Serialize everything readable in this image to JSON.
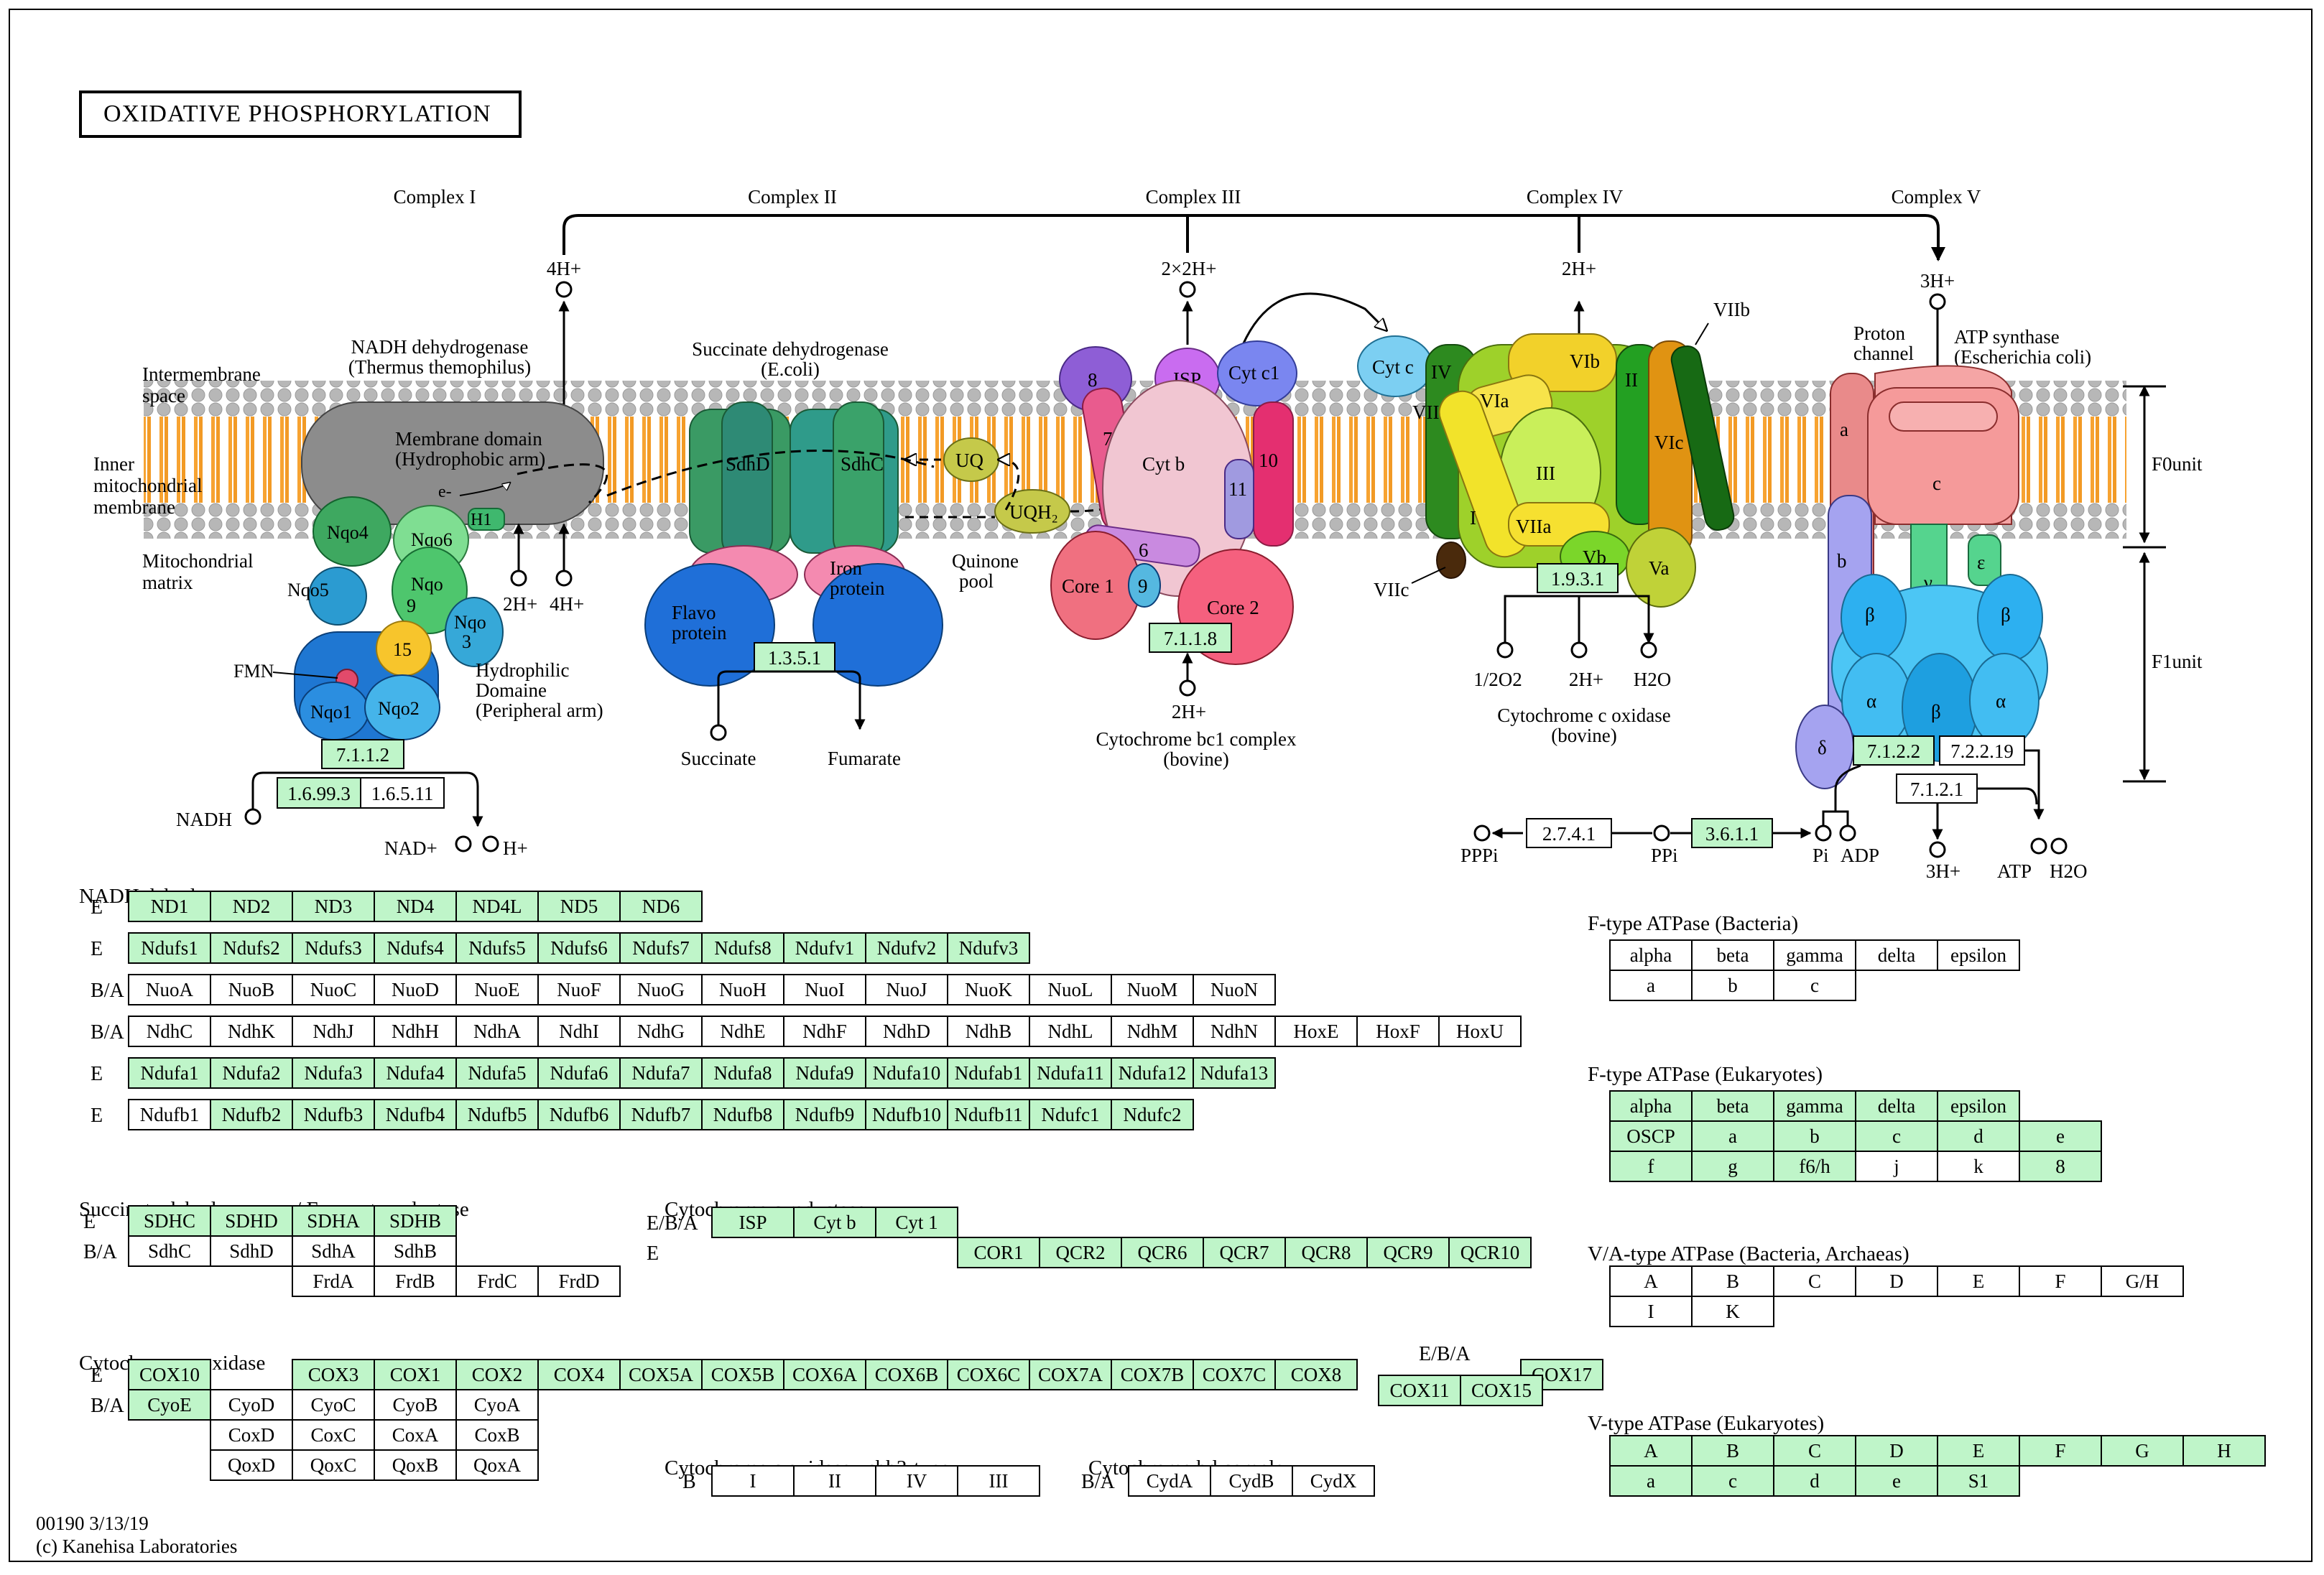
{
  "title": "OXIDATIVE PHOSPHORYLATION",
  "complexes": [
    "Complex I",
    "Complex II",
    "Complex III",
    "Complex IV",
    "Complex V"
  ],
  "membrane_labels": {
    "intermembrane": [
      "Intermembrane",
      "space"
    ],
    "inner": [
      "Inner",
      "mitochondrial",
      "membrane"
    ],
    "matrix": [
      "Mitochondrial",
      "matrix"
    ]
  },
  "complex1": {
    "name": [
      "NADH dehydrogenase",
      "(Thermus themophilus)"
    ],
    "membrane_domain": [
      "Membrane domain",
      "(Hydrophobic arm)"
    ],
    "hydrophilic": [
      "Hydrophilic",
      "Domaine",
      "(Peripheral arm)"
    ],
    "subunits": [
      "Nqo4",
      "Nqo6",
      "H1",
      "Nqo5",
      "Nqo",
      "9",
      "Nqo",
      "3",
      "15",
      "Nqo1",
      "Nqo2"
    ],
    "fmn": "FMN",
    "e_minus": "e-",
    "pump_out": "4H+",
    "in_h1": "2H+",
    "in_h2": "4H+",
    "ec_main": "7.1.1.2",
    "ec_extra": [
      "1.6.99.3",
      "1.6.5.11"
    ],
    "nadh": "NADH",
    "nad": "NAD+",
    "h": "H+"
  },
  "complex2": {
    "name": [
      "Succinate dehydrogenase",
      "(E.coli)"
    ],
    "sdhd": "SdhD",
    "sdhc": "SdhC",
    "flavo": [
      "Flavo",
      "protein"
    ],
    "iron": [
      "Iron",
      "protein"
    ],
    "ec": "1.3.5.1",
    "succinate": "Succinate",
    "fumarate": "Fumarate",
    "uq": "UQ",
    "uqh2": "UQH₂",
    "pool": [
      "Quinone",
      "pool"
    ]
  },
  "complex3": {
    "pump_out": "2×2H+",
    "subunits": [
      "8",
      "ISP",
      "Cyt c1",
      "7",
      "Cyt b",
      "10",
      "11",
      "6",
      "9",
      "Core 1",
      "Core 2"
    ],
    "ec": "7.1.1.8",
    "in_h": "2H+",
    "name": [
      "Cytochrome bc1 complex",
      "(bovine)"
    ]
  },
  "complex4": {
    "cytc": "Cyt c",
    "pump_out": "2H+",
    "subunits": [
      "IV",
      "VIII",
      "VIb",
      "VIa",
      "III",
      "II",
      "VIc",
      "I",
      "VIIa",
      "Vb",
      "Va",
      "VIIb",
      "VIIc"
    ],
    "ec": "1.9.3.1",
    "o2": "1/2O2",
    "in_h": "2H+",
    "h2o": "H2O",
    "name": [
      "Cytochrome c oxidase",
      "(bovine)"
    ]
  },
  "complex5": {
    "pump_in": "3H+",
    "proton_channel": [
      "Proton",
      "channel"
    ],
    "name": [
      "ATP synthase",
      "(Escherichia coli)"
    ],
    "subunits": [
      "a",
      "c",
      "b",
      "γ",
      "ε",
      "β",
      "β",
      "α",
      "β",
      "α",
      "δ"
    ],
    "fo": "F0unit",
    "f1": "F1unit",
    "ec": [
      "7.1.2.2",
      "7.2.2.19",
      "7.1.2.1"
    ],
    "out_h": "3H+",
    "atp": "ATP",
    "h2o": "H2O",
    "ppi_row": [
      "PPPi",
      "2.7.4.1",
      "PPi",
      "3.6.1.1",
      "Pi",
      "ADP"
    ]
  },
  "gene_groups": [
    {
      "title": "NADH dehydrogenase",
      "rows": [
        {
          "label": "E",
          "cells": [
            [
              "ND1",
              1
            ],
            [
              "ND2",
              1
            ],
            [
              "ND3",
              1
            ],
            [
              "ND4",
              1
            ],
            [
              "ND4L",
              1
            ],
            [
              "ND5",
              1
            ],
            [
              "ND6",
              1
            ]
          ]
        },
        {
          "label": "E",
          "cells": [
            [
              "Ndufs1",
              1
            ],
            [
              "Ndufs2",
              1
            ],
            [
              "Ndufs3",
              1
            ],
            [
              "Ndufs4",
              1
            ],
            [
              "Ndufs5",
              1
            ],
            [
              "Ndufs6",
              1
            ],
            [
              "Ndufs7",
              1
            ],
            [
              "Ndufs8",
              1
            ],
            [
              "Ndufv1",
              1
            ],
            [
              "Ndufv2",
              1
            ],
            [
              "Ndufv3",
              1
            ]
          ]
        },
        {
          "label": "B/A",
          "cells": [
            [
              "NuoA",
              0
            ],
            [
              "NuoB",
              0
            ],
            [
              "NuoC",
              0
            ],
            [
              "NuoD",
              0
            ],
            [
              "NuoE",
              0
            ],
            [
              "NuoF",
              0
            ],
            [
              "NuoG",
              0
            ],
            [
              "NuoH",
              0
            ],
            [
              "NuoI",
              0
            ],
            [
              "NuoJ",
              0
            ],
            [
              "NuoK",
              0
            ],
            [
              "NuoL",
              0
            ],
            [
              "NuoM",
              0
            ],
            [
              "NuoN",
              0
            ]
          ]
        },
        {
          "label": "B/A",
          "cells": [
            [
              "NdhC",
              0
            ],
            [
              "NdhK",
              0
            ],
            [
              "NdhJ",
              0
            ],
            [
              "NdhH",
              0
            ],
            [
              "NdhA",
              0
            ],
            [
              "NdhI",
              0
            ],
            [
              "NdhG",
              0
            ],
            [
              "NdhE",
              0
            ],
            [
              "NdhF",
              0
            ],
            [
              "NdhD",
              0
            ],
            [
              "NdhB",
              0
            ],
            [
              "NdhL",
              0
            ],
            [
              "NdhM",
              0
            ],
            [
              "NdhN",
              0
            ],
            [
              "HoxE",
              0
            ],
            [
              "HoxF",
              0
            ],
            [
              "HoxU",
              0
            ]
          ]
        },
        {
          "label": "E",
          "cells": [
            [
              "Ndufa1",
              1
            ],
            [
              "Ndufa2",
              1
            ],
            [
              "Ndufa3",
              1
            ],
            [
              "Ndufa4",
              1
            ],
            [
              "Ndufa5",
              1
            ],
            [
              "Ndufa6",
              1
            ],
            [
              "Ndufa7",
              1
            ],
            [
              "Ndufa8",
              1
            ],
            [
              "Ndufa9",
              1
            ],
            [
              "Ndufa10",
              1
            ],
            [
              "Ndufab1",
              1
            ],
            [
              "Ndufa11",
              1
            ],
            [
              "Ndufa12",
              1
            ],
            [
              "Ndufa13",
              1
            ]
          ]
        },
        {
          "label": "E",
          "cells": [
            [
              "Ndufb1",
              0
            ],
            [
              "Ndufb2",
              1
            ],
            [
              "Ndufb3",
              1
            ],
            [
              "Ndufb4",
              1
            ],
            [
              "Ndufb5",
              1
            ],
            [
              "Ndufb6",
              1
            ],
            [
              "Ndufb7",
              1
            ],
            [
              "Ndufb8",
              1
            ],
            [
              "Ndufb9",
              1
            ],
            [
              "Ndufb10",
              1
            ],
            [
              "Ndufb11",
              1
            ],
            [
              "Ndufc1",
              1
            ],
            [
              "Ndufc2",
              1
            ]
          ]
        }
      ]
    },
    {
      "title": "Succinate dehydrogenase / Fumarate reductase",
      "rows": [
        {
          "label": "E",
          "cells": [
            [
              "SDHC",
              1
            ],
            [
              "SDHD",
              1
            ],
            [
              "SDHA",
              1
            ],
            [
              "SDHB",
              1
            ]
          ]
        },
        {
          "label": "B/A",
          "cells": [
            [
              "SdhC",
              0
            ],
            [
              "SdhD",
              0
            ],
            [
              "SdhA",
              0
            ],
            [
              "SdhB",
              0
            ]
          ]
        },
        {
          "label": "",
          "cells": [
            [
              "",
              -1
            ],
            [
              "",
              -1
            ],
            [
              "FrdA",
              0
            ],
            [
              "FrdB",
              0
            ],
            [
              "FrdC",
              0
            ],
            [
              "FrdD",
              0
            ]
          ]
        }
      ]
    },
    {
      "title": "Cytochrome c reductase",
      "rows": [
        {
          "label": "E/B/A",
          "cells": [
            [
              "ISP",
              1
            ],
            [
              "Cyt b",
              1
            ],
            [
              "Cyt 1",
              1
            ]
          ]
        },
        {
          "label": "E",
          "cells": [
            [
              "",
              -1
            ],
            [
              "",
              -1
            ],
            [
              "",
              -1
            ],
            [
              "COR1",
              1
            ],
            [
              "QCR2",
              1
            ],
            [
              "QCR6",
              1
            ],
            [
              "QCR7",
              1
            ],
            [
              "QCR8",
              1
            ],
            [
              "QCR9",
              1
            ],
            [
              "QCR10",
              1
            ]
          ]
        }
      ]
    },
    {
      "title": "Cytochrome c oxidase",
      "rows": [
        {
          "label": "E",
          "cells": [
            [
              "COX10",
              1
            ],
            [
              "",
              -1
            ],
            [
              "COX3",
              1
            ],
            [
              "COX1",
              1
            ],
            [
              "COX2",
              1
            ],
            [
              "COX4",
              1
            ],
            [
              "COX5A",
              1
            ],
            [
              "COX5B",
              1
            ],
            [
              "COX6A",
              1
            ],
            [
              "COX6B",
              1
            ],
            [
              "COX6C",
              1
            ],
            [
              "COX7A",
              1
            ],
            [
              "COX7B",
              1
            ],
            [
              "COX7C",
              1
            ],
            [
              "COX8",
              1
            ],
            [
              "",
              -1
            ],
            [
              "",
              -1
            ],
            [
              "COX17",
              1
            ]
          ]
        },
        {
          "label": "B/A",
          "cells": [
            [
              "CyoE",
              1
            ],
            [
              "CyoD",
              0
            ],
            [
              "CyoC",
              0
            ],
            [
              "CyoB",
              0
            ],
            [
              "CyoA",
              0
            ]
          ]
        },
        {
          "label": "",
          "cells": [
            [
              "",
              -1
            ],
            [
              "CoxD",
              0
            ],
            [
              "CoxC",
              0
            ],
            [
              "CoxA",
              0
            ],
            [
              "CoxB",
              0
            ]
          ]
        },
        {
          "label": "",
          "cells": [
            [
              "",
              -1
            ],
            [
              "QoxD",
              0
            ],
            [
              "QoxC",
              0
            ],
            [
              "QoxB",
              0
            ],
            [
              "QoxA",
              0
            ]
          ]
        }
      ],
      "extra_label": "E/B/A",
      "extra_cells": [
        [
          "COX11",
          1
        ],
        [
          "COX15",
          1
        ]
      ]
    },
    {
      "title": "Cytochrome c oxidase , cbb3-type",
      "rows": [
        {
          "label": "B",
          "cells": [
            [
              "I",
              0
            ],
            [
              "II",
              0
            ],
            [
              "IV",
              0
            ],
            [
              "III",
              0
            ]
          ]
        }
      ]
    },
    {
      "title": "Cytochrome bd complex",
      "rows": [
        {
          "label": "B/A",
          "cells": [
            [
              "CydA",
              0
            ],
            [
              "CydB",
              0
            ],
            [
              "CydX",
              0
            ]
          ]
        }
      ]
    },
    {
      "title": "F-type ATPase (Bacteria)",
      "rows": [
        {
          "label": "",
          "cells": [
            [
              "alpha",
              0
            ],
            [
              "beta",
              0
            ],
            [
              "gamma",
              0
            ],
            [
              "delta",
              0
            ],
            [
              "epsilon",
              0
            ]
          ]
        },
        {
          "label": "",
          "cells": [
            [
              "a",
              0
            ],
            [
              "b",
              0
            ],
            [
              "c",
              0
            ]
          ]
        }
      ]
    },
    {
      "title": "F-type ATPase (Eukaryotes)",
      "rows": [
        {
          "label": "",
          "cells": [
            [
              "alpha",
              1
            ],
            [
              "beta",
              1
            ],
            [
              "gamma",
              1
            ],
            [
              "delta",
              1
            ],
            [
              "epsilon",
              1
            ]
          ]
        },
        {
          "label": "",
          "cells": [
            [
              "OSCP",
              1
            ],
            [
              "a",
              1
            ],
            [
              "b",
              1
            ],
            [
              "c",
              1
            ],
            [
              "d",
              1
            ],
            [
              "e",
              1
            ]
          ]
        },
        {
          "label": "",
          "cells": [
            [
              "f",
              1
            ],
            [
              "g",
              1
            ],
            [
              "f6/h",
              1
            ],
            [
              "j",
              0
            ],
            [
              "k",
              0
            ],
            [
              "8",
              1
            ]
          ]
        }
      ]
    },
    {
      "title": "V/A-type ATPase (Bacteria, Archaeas)",
      "rows": [
        {
          "label": "",
          "cells": [
            [
              "A",
              0
            ],
            [
              "B",
              0
            ],
            [
              "C",
              0
            ],
            [
              "D",
              0
            ],
            [
              "E",
              0
            ],
            [
              "F",
              0
            ],
            [
              "G/H",
              0
            ]
          ]
        },
        {
          "label": "",
          "cells": [
            [
              "I",
              0
            ],
            [
              "K",
              0
            ]
          ]
        }
      ]
    },
    {
      "title": "V-type ATPase (Eukaryotes)",
      "rows": [
        {
          "label": "",
          "cells": [
            [
              "A",
              1
            ],
            [
              "B",
              1
            ],
            [
              "C",
              1
            ],
            [
              "D",
              1
            ],
            [
              "E",
              1
            ],
            [
              "F",
              1
            ],
            [
              "G",
              1
            ],
            [
              "H",
              1
            ]
          ]
        },
        {
          "label": "",
          "cells": [
            [
              "a",
              1
            ],
            [
              "c",
              1
            ],
            [
              "d",
              1
            ],
            [
              "e",
              1
            ],
            [
              "S1",
              1
            ]
          ]
        }
      ]
    }
  ],
  "footer": [
    "00190 3/13/19",
    "(c) Kanehisa Laboratories"
  ],
  "colors": {
    "gene_on": "#bff5c9",
    "membrane_head": "#b4b4b4",
    "membrane_tail": "#f5a234"
  }
}
